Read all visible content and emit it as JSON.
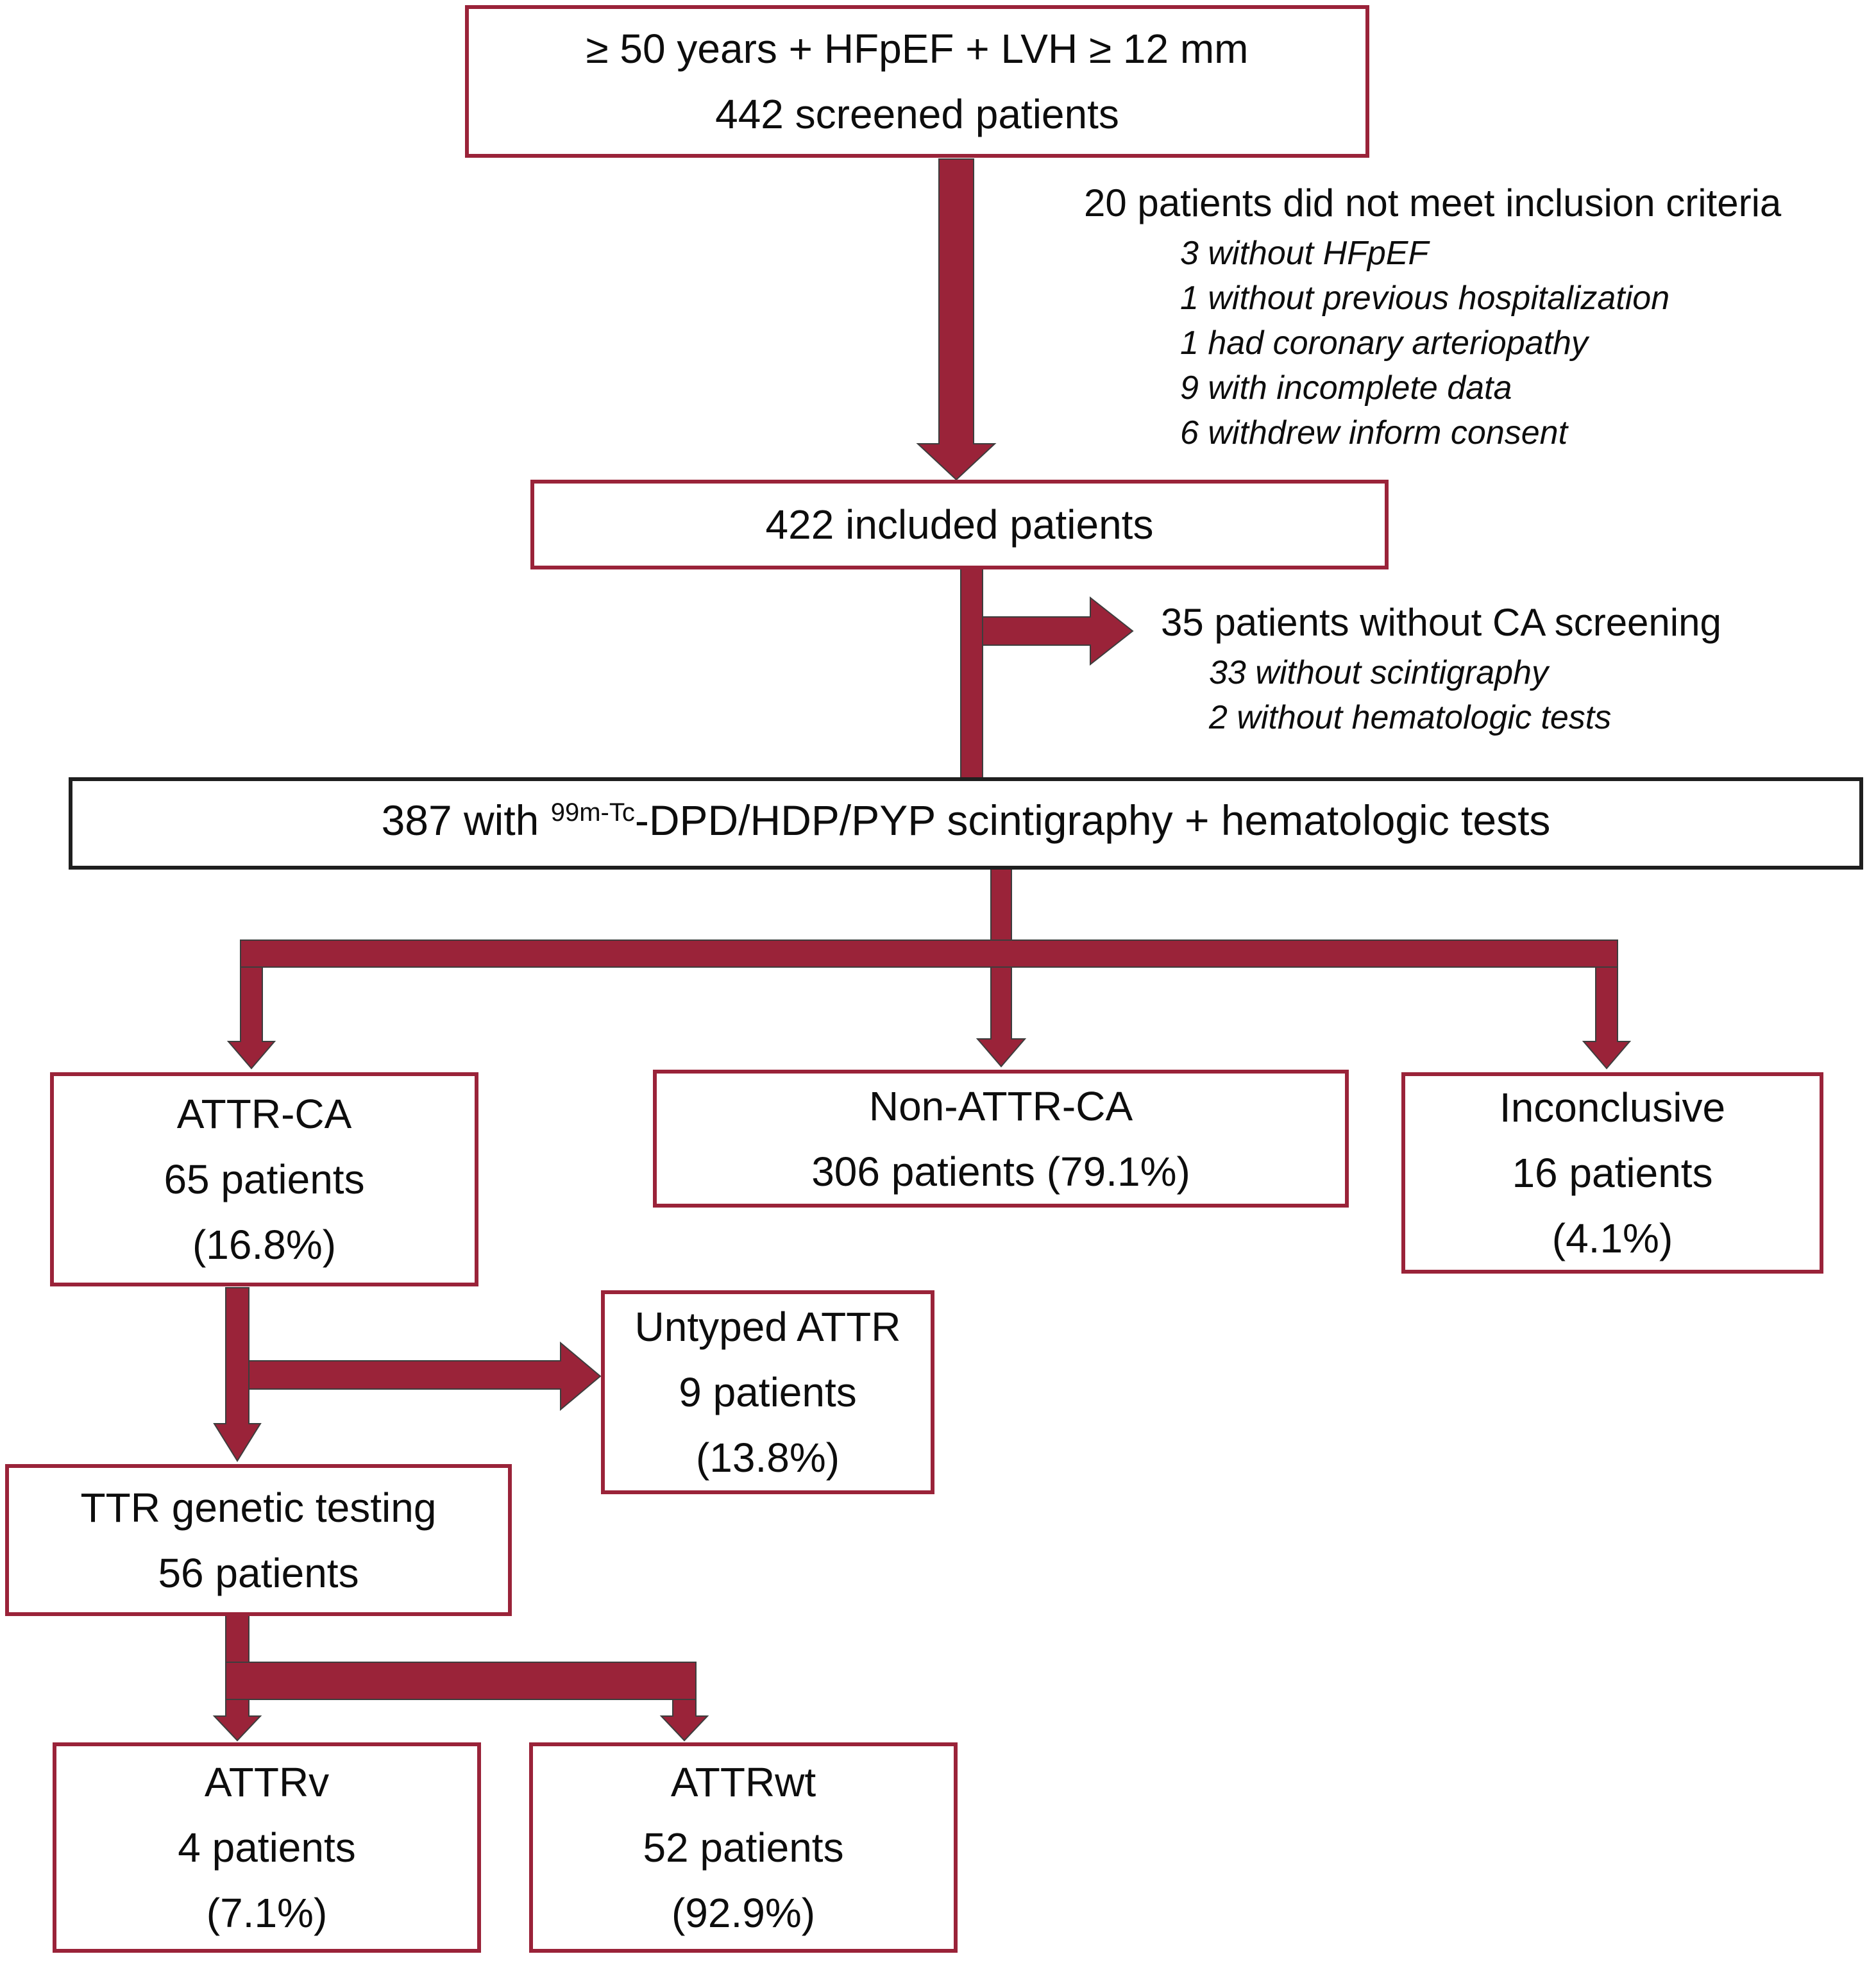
{
  "colors": {
    "maroon": "#9A2339",
    "outline": "#3d3d3d",
    "box_border_dark": "#1f1f1f"
  },
  "boxes": {
    "screened": {
      "line1": "≥ 50 years + HFpEF + LVH ≥ 12 mm",
      "line2": "442 screened patients"
    },
    "included": {
      "line1": "422 included patients"
    },
    "scintigraphy": {
      "prefix": "387 with ",
      "superscript": "99m-Tc",
      "suffix": "-DPD/HDP/PYP scintigraphy + hematologic tests"
    },
    "attr_ca": {
      "line1": "ATTR-CA",
      "line2": "65 patients",
      "line3": "(16.8%)"
    },
    "non_attr_ca": {
      "line1": "Non-ATTR-CA",
      "line2": "306 patients (79.1%)"
    },
    "inconclusive": {
      "line1": "Inconclusive",
      "line2": "16 patients",
      "line3": "(4.1%)"
    },
    "untyped": {
      "line1": "Untyped ATTR",
      "line2": "9 patients",
      "line3": "(13.8%)"
    },
    "ttr_testing": {
      "line1": "TTR genetic testing",
      "line2": "56 patients"
    },
    "attrv": {
      "line1": "ATTRv",
      "line2": "4 patients",
      "line3": "(7.1%)"
    },
    "attrwt": {
      "line1": "ATTRwt",
      "line2": "52 patients",
      "line3": "(92.9%)"
    }
  },
  "annotations": {
    "exclusion": {
      "heading": "20 patients did not meet inclusion criteria",
      "items": [
        "3 without HFpEF",
        "1 without previous hospitalization",
        "1 had coronary arteriopathy",
        "9 with incomplete data",
        "6 withdrew inform consent"
      ]
    },
    "no_screening": {
      "heading": "35 patients without CA screening",
      "items": [
        "33 without scintigraphy",
        "2 without hematologic tests"
      ]
    }
  }
}
